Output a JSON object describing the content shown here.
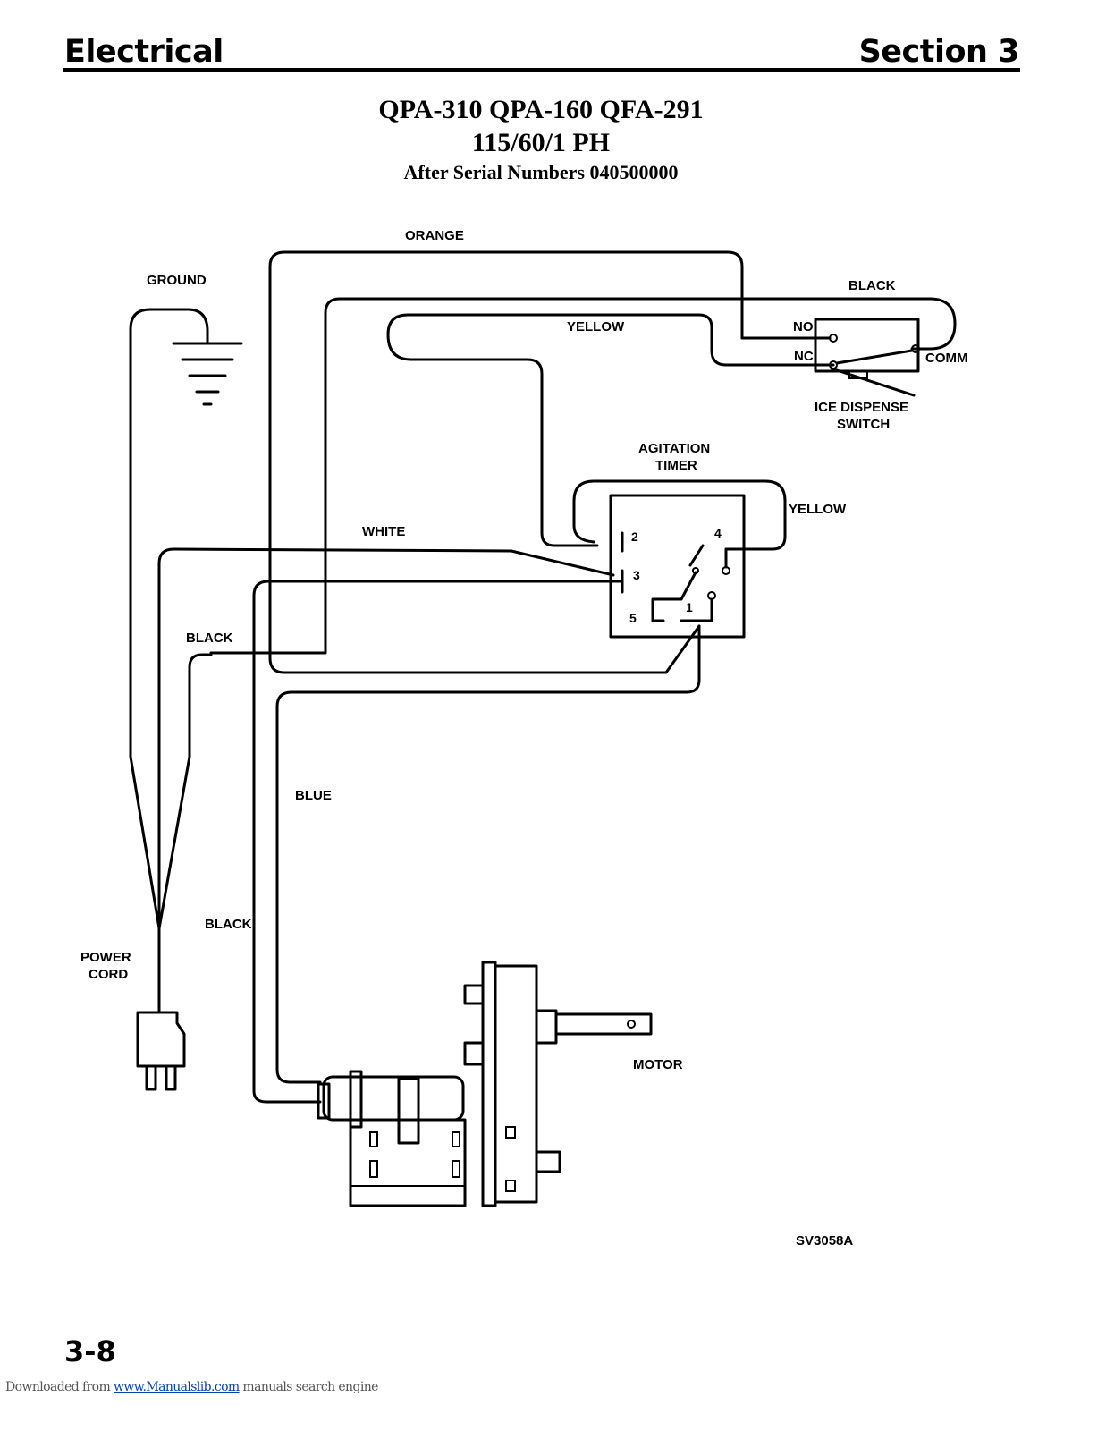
{
  "header": {
    "left": "Electrical",
    "right": "Section 3"
  },
  "title": {
    "models": "QPA-310 QPA-160 QFA-291",
    "power": "115/60/1 PH",
    "serial": "After Serial Numbers 040500000"
  },
  "labels": {
    "orange": "ORANGE",
    "ground": "GROUND",
    "black_top": "BLACK",
    "yellow_top": "YELLOW",
    "no": "NO",
    "nc": "NC",
    "comm": "COMM",
    "ice_switch_1": "ICE DISPENSE",
    "ice_switch_2": "SWITCH",
    "agitation_1": "AGITATION",
    "agitation_2": "TIMER",
    "yellow_right": "YELLOW",
    "white": "WHITE",
    "black_mid": "BLACK",
    "blue": "BLUE",
    "black_low": "BLACK",
    "power_cord_1": "POWER",
    "power_cord_2": "CORD",
    "motor": "MOTOR",
    "drawing_no": "SV3058A"
  },
  "timer_pins": {
    "p1": "1",
    "p2": "2",
    "p3": "3",
    "p4": "4",
    "p5": "5"
  },
  "page_number": "3-8",
  "footer": {
    "prefix": "Downloaded from ",
    "link": "www.Manualslib.com",
    "suffix": "  manuals search engine"
  }
}
